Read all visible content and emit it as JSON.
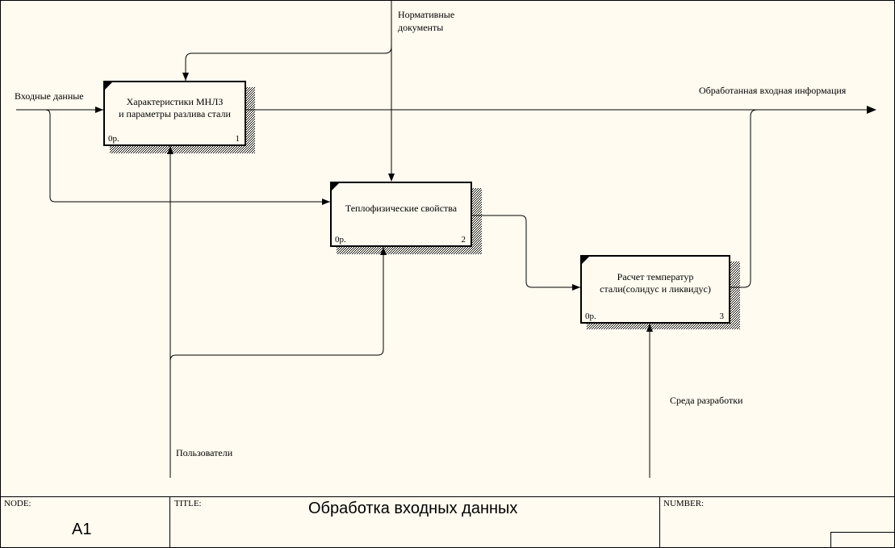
{
  "diagram": {
    "activities": [
      {
        "title": "Характеристики МНЛЗ\nи параметры разлива стали",
        "cost": "0р.",
        "number": "1"
      },
      {
        "title": "Теплофизические свойства",
        "cost": "0р.",
        "number": "2"
      },
      {
        "title": "Расчет температур\nстали(солидус и ликвидус)",
        "cost": "0р.",
        "number": "3"
      }
    ],
    "arrows": {
      "input_label": "Входные данные",
      "control_label_line1": "Нормативные",
      "control_label_line2": "документы",
      "output_label": "Обработанная входная информация",
      "mechanism1_label": "Пользователи",
      "mechanism2_label": "Среда разработки"
    }
  },
  "title_block": {
    "node_label": "NODE:",
    "node_value": "A1",
    "title_label": "TITLE:",
    "title_value": "Обработка входных данных",
    "number_label": "NUMBER:"
  },
  "colors": {
    "background": "#FFFBF0",
    "lines": "#000000"
  }
}
